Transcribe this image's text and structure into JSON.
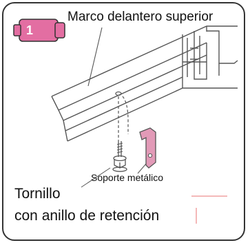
{
  "step_number": "1",
  "labels": {
    "top_frame": "Marco delantero superior",
    "bracket": "Soporte metálico",
    "bolt_line1": "Tornillo",
    "bolt_line2": "con anillo de retención"
  },
  "colors": {
    "step_badge": "#e36ea2",
    "bracket": "#e29ab7",
    "line": "#555555",
    "accent_red": "#e87070"
  },
  "icons": [
    "step-badge-icon",
    "top-frame-drawing",
    "bracket-drawing",
    "bolt-drawing"
  ]
}
